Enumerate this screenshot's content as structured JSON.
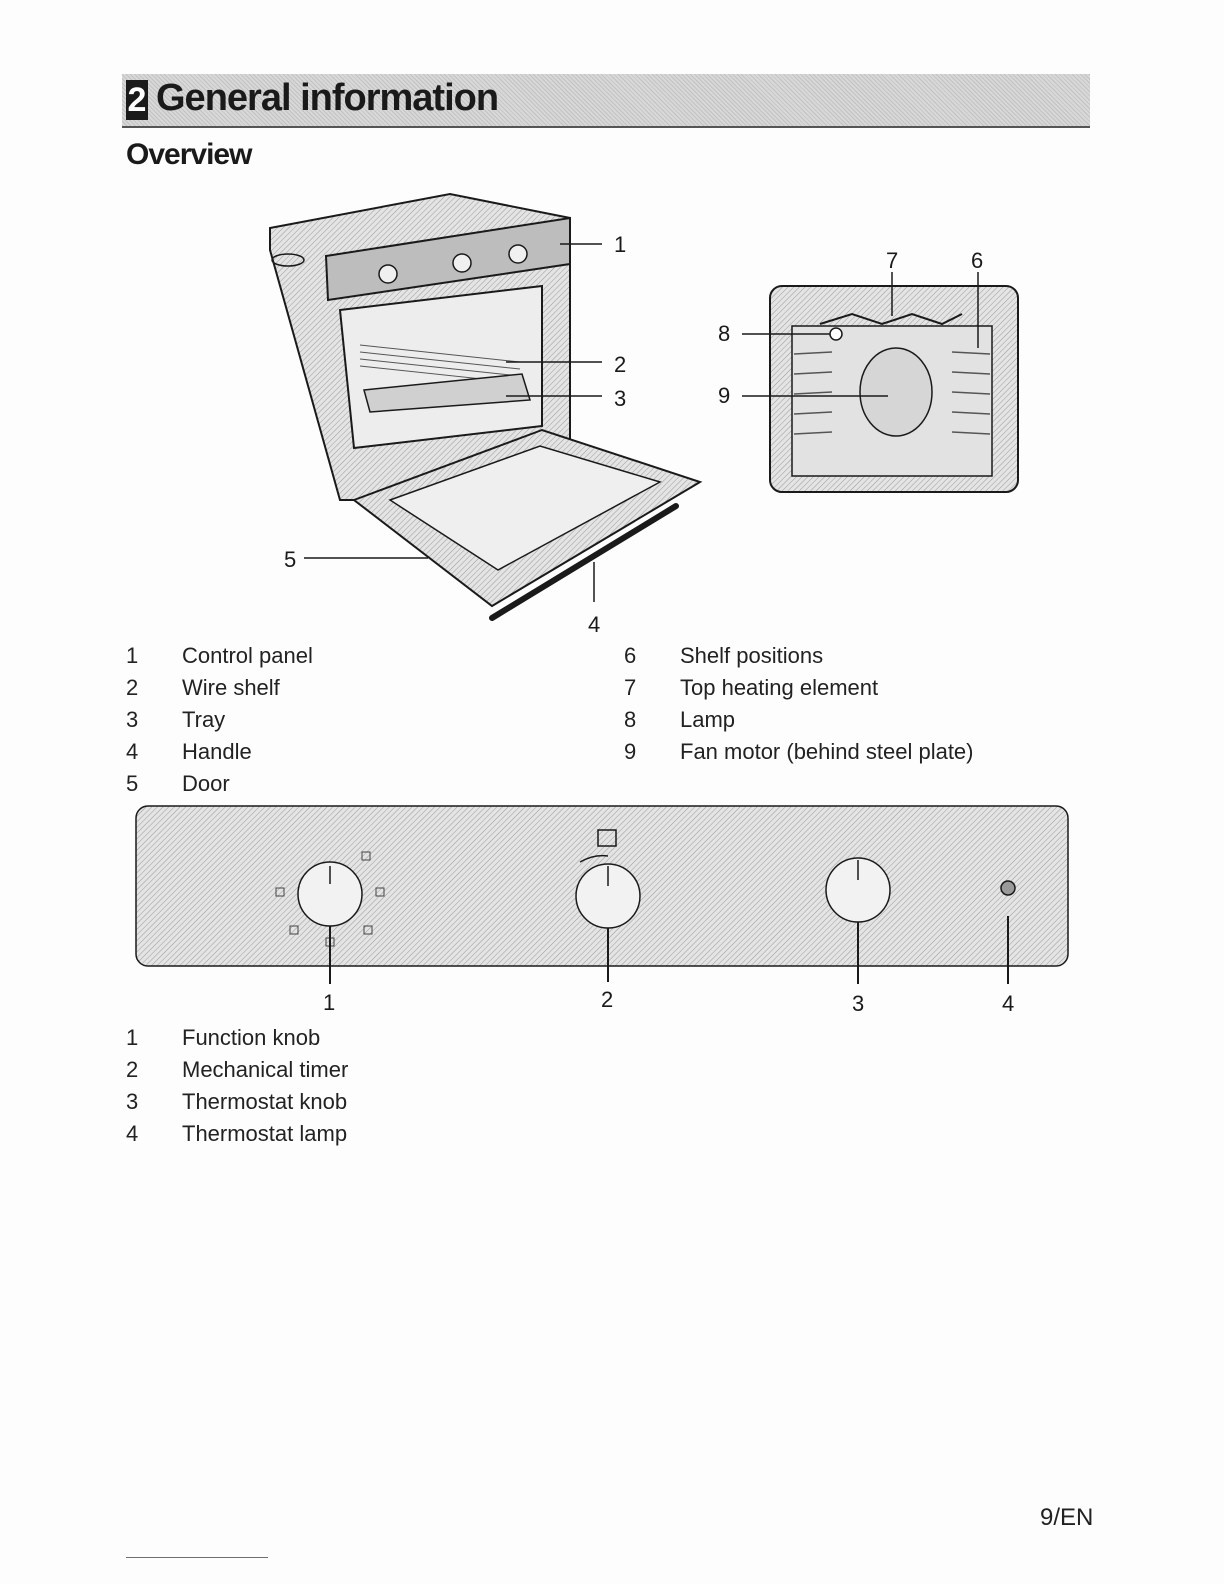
{
  "section": {
    "number": "2",
    "title": "General information"
  },
  "subheading": "Overview",
  "oven_figure": {
    "callouts": [
      "1",
      "2",
      "3",
      "4",
      "5"
    ]
  },
  "cavity_figure": {
    "callouts": [
      "7",
      "6",
      "8",
      "9"
    ]
  },
  "parts_legend": [
    {
      "num": "1",
      "label": "Control panel"
    },
    {
      "num": "2",
      "label": "Wire shelf"
    },
    {
      "num": "3",
      "label": "Tray"
    },
    {
      "num": "4",
      "label": "Handle"
    },
    {
      "num": "5",
      "label": "Door"
    },
    {
      "num": "6",
      "label": "Shelf positions"
    },
    {
      "num": "7",
      "label": "Top heating element"
    },
    {
      "num": "8",
      "label": "Lamp"
    },
    {
      "num": "9",
      "label": "Fan motor (behind steel plate)"
    }
  ],
  "control_panel_figure": {
    "callouts": [
      "1",
      "2",
      "3",
      "4"
    ]
  },
  "controls_legend": [
    {
      "num": "1",
      "label": "Function knob"
    },
    {
      "num": "2",
      "label": "Mechanical timer"
    },
    {
      "num": "3",
      "label": "Thermostat knob"
    },
    {
      "num": "4",
      "label": "Thermostat lamp"
    }
  ],
  "page_number": "9/EN",
  "colors": {
    "line": "#1a1a1a",
    "panel_fill": "#cfcfcf",
    "knob_fill": "#f2f2f2"
  }
}
